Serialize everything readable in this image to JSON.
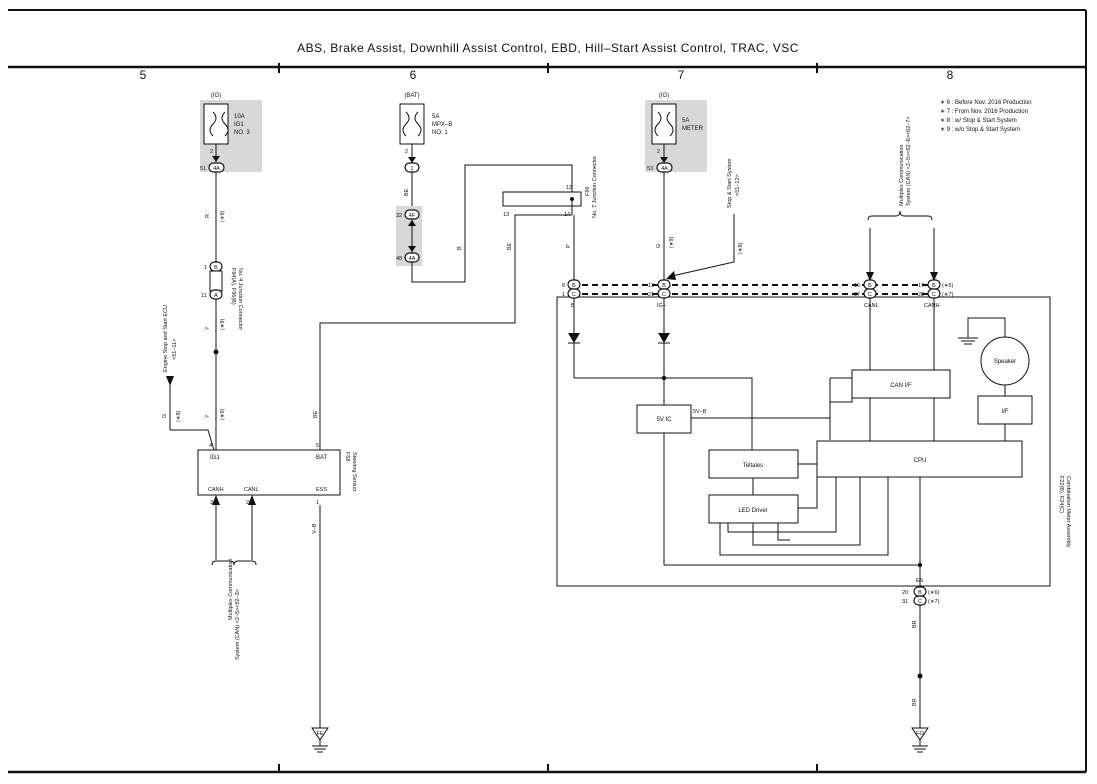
{
  "title": "ABS,  Brake Assist,  Downhill Assist Control,  EBD,  Hill–Start Assist Control,  TRAC,  VSC",
  "columns": [
    "5",
    "6",
    "7",
    "8"
  ],
  "notes": [
    "∗ 6 : Before Nov.  2016 Production",
    "∗ 7 : From Nov.  2016 Production",
    "∗ 8 : w/ Stop & Start System",
    "∗ 9 : w/o Stop & Start System"
  ],
  "fuse_ig1": {
    "source": "(IG)",
    "rating": "10A",
    "name1": "IG1",
    "name2": "NO. 3",
    "pin_top": "2",
    "pin_num": "51",
    "conn": "4A"
  },
  "fuse_mpx": {
    "source": "(BAT)",
    "rating": "5A",
    "name1": "MPX–B",
    "name2": "NO. 1",
    "pin_top": "2",
    "conn": "1"
  },
  "fuse_meter": {
    "source": "(IG)",
    "rating": "5A",
    "name1": "METER",
    "pin_top": "2",
    "pin_num": "53",
    "conn": "4A"
  },
  "jc4": {
    "label1": "F94(A), F95(B)",
    "label2": "No. 4 Junction Connector",
    "p1": "1",
    "p1c": "B",
    "p2": "11",
    "p2c": "A"
  },
  "jc7": {
    "label1": "F96",
    "label2": "No. 7 Junction Connector",
    "p12": "12",
    "p13": "13",
    "p14": "14"
  },
  "conn32": {
    "p1": "32",
    "p1c": "4F",
    "p2": "48",
    "p2c": "4A"
  },
  "wire_labels": {
    "r": "R",
    "y1": "Y",
    "y2": "Y",
    "be1": "BE",
    "be2": "BE",
    "be3": "BE",
    "b1": "B",
    "p": "P",
    "g1": "G",
    "g2": "G",
    "vb": "V–B",
    "br1": "BR",
    "br2": "BR",
    "n9a": "(∗9)",
    "n9b": "(∗9)",
    "n9c": "(∗9)",
    "n9d": "(∗9)",
    "n8a": "(∗8)",
    "n8b": "(∗8)"
  },
  "engine_ecu": {
    "label1": "Engine Stop and Start ECU",
    "label2": "<51–11>"
  },
  "stop_start": {
    "label1": "Stop & Start System",
    "label2": "<51–12>"
  },
  "mpx_right": {
    "label1": "Multiplex Communication",
    "label2": "System (CAN) <2–5><62–6><62–7>"
  },
  "mpx_left": {
    "label1": "Multiplex Communication",
    "label2": "System (CAN) <2–5><62–3>"
  },
  "sensor": {
    "code": "F58",
    "name": "Steering Sensor",
    "ig1": "IG1",
    "bat": "BAT",
    "canh": "CANH",
    "canl": "CANL",
    "ess": "ESS",
    "p4": "4",
    "p5": "5",
    "p3": "3",
    "p2": "2",
    "p1": "1"
  },
  "meter": {
    "code": "F22(B), F24(C)",
    "name": "Combination Meter Assembly",
    "pins_top": [
      {
        "num": "8",
        "c": "B"
      },
      {
        "num": "1",
        "c": "C"
      },
      {
        "num": "13",
        "c": "B"
      },
      {
        "num": "21",
        "c": "C"
      },
      {
        "num": "16",
        "c": "B"
      },
      {
        "num": "27",
        "c": "C"
      },
      {
        "num": "17",
        "c": "B"
      },
      {
        "num": "28",
        "c": "C"
      }
    ],
    "pin_notes": [
      "(∗6)",
      "(∗7)"
    ],
    "term_b": "B",
    "term_ig": "IG+",
    "term_canl": "CANL",
    "term_canh": "CANH",
    "term_es": "ES",
    "pins_bottom": [
      {
        "num": "20",
        "c": "B",
        "note": "(∗6)"
      },
      {
        "num": "31",
        "c": "C",
        "note": "(∗7)"
      }
    ],
    "blocks": {
      "can_if": "CAN I/F",
      "vic": "5V IC",
      "v5b": "5V–B",
      "teltales": "Teltales",
      "led": "LED Driver",
      "cpu": "CPU",
      "speaker": "Speaker",
      "if": "I/F"
    }
  },
  "grounds": {
    "fe": "FE",
    "fo": "FO"
  }
}
